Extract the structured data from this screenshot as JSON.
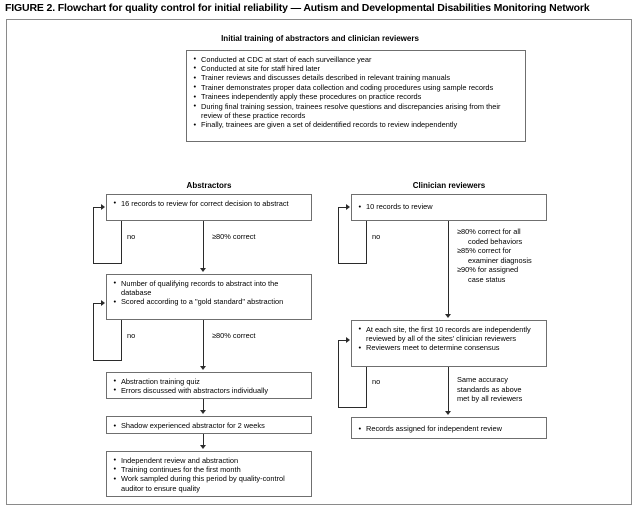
{
  "figure": {
    "title": "FIGURE 2. Flowchart for quality control for initial reliability — Autism and Developmental Disabilities Monitoring Network"
  },
  "training": {
    "heading": "Initial training of abstractors and clinician reviewers",
    "items": [
      "Conducted at CDC at start of each surveillance year",
      "Conducted at site for staff hired later",
      "Trainer reviews and discusses details described in relevant training manuals",
      "Trainer demonstrates proper data collection and coding procedures using sample records",
      "Trainees independently apply these procedures on practice records",
      "During final training session, trainees resolve questions and discrepancies arising from their review of these practice records",
      "Finally, trainees are given a set of deidentified records to review independently"
    ]
  },
  "columns": {
    "abstractors": {
      "heading": "Abstractors",
      "boxes": [
        {
          "id": "abs-box-1",
          "items": [
            "16 records to review for correct decision to abstract"
          ]
        },
        {
          "id": "abs-box-2",
          "items": [
            "Number of qualifying records to abstract into the database",
            "Scored according to a \"gold standard\" abstraction"
          ]
        },
        {
          "id": "abs-box-3",
          "items": [
            "Abstraction training quiz",
            "Errors discussed with abstractors individually"
          ]
        },
        {
          "id": "abs-box-4",
          "items": [
            "Shadow experienced abstractor for 2 weeks"
          ]
        },
        {
          "id": "abs-box-5",
          "items": [
            "Independent review and abstraction",
            "Training continues for the first month",
            "Work sampled during this period by quality-control auditor to ensure quality"
          ]
        }
      ],
      "edge_labels": {
        "loop1_no": "no",
        "pass1": "≥80% correct",
        "loop2_no": "no",
        "pass2": "≥80% correct"
      }
    },
    "clinician_reviewers": {
      "heading": "Clinician reviewers",
      "boxes": [
        {
          "id": "clin-box-1",
          "items": [
            "10 records to review"
          ]
        },
        {
          "id": "clin-box-2",
          "items": [
            "At each site, the first 10 records are independently reviewed by all of the sites' clinician reviewers",
            "Reviewers meet to determine consensus"
          ]
        },
        {
          "id": "clin-box-3",
          "items": [
            "Records assigned for independent review"
          ]
        }
      ],
      "edge_labels": {
        "loop1_no": "no",
        "criteria_line1": "≥80% correct for all",
        "criteria_line2": "coded behaviors",
        "criteria_line3": "≥85% correct for",
        "criteria_line4": "examiner diagnosis",
        "criteria_line5": "≥90% for assigned",
        "criteria_line6": "case status",
        "loop2_no": "no",
        "same_standards_line1": "Same accuracy",
        "same_standards_line2": "standards as above",
        "same_standards_line3": "met by all reviewers"
      }
    }
  },
  "colors": {
    "box_border": "#6f6f6f",
    "frame_border": "#8a8a8a",
    "connector": "#2b2b2b",
    "text": "#000000",
    "background": "#ffffff"
  }
}
